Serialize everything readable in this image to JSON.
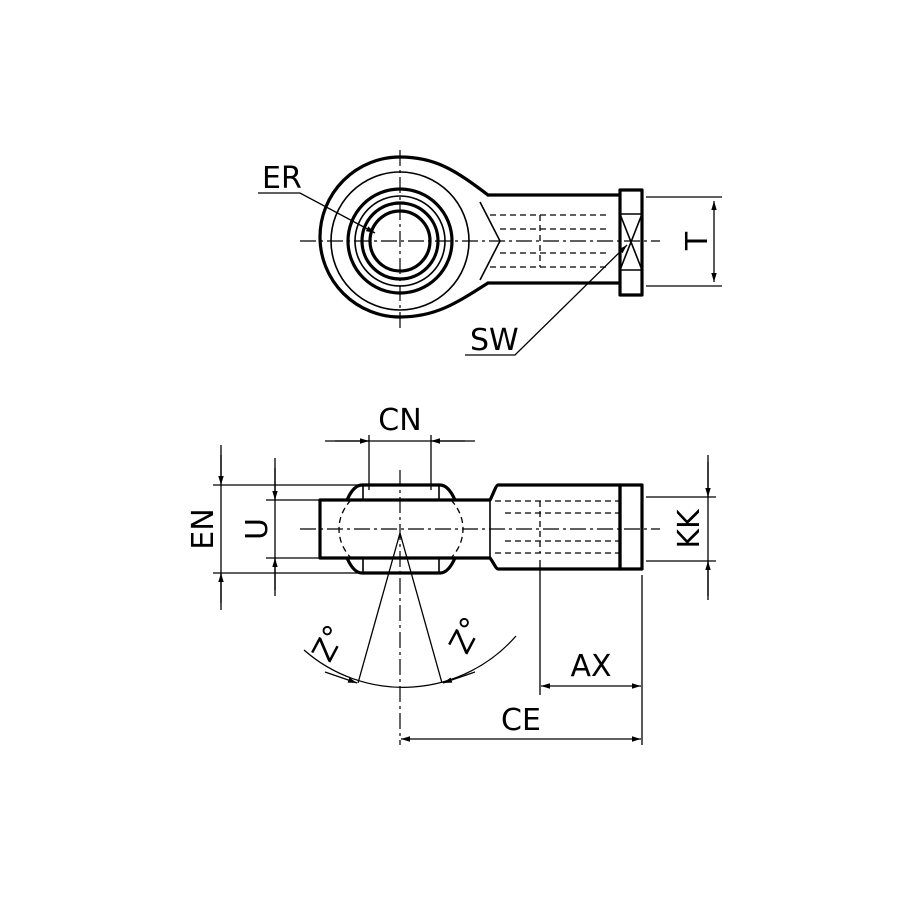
{
  "labels": {
    "er": "ER",
    "sw": "SW",
    "t": "T",
    "cn": "CN",
    "en": "EN",
    "u": "U",
    "kk": "KK",
    "z_left": "Z°",
    "z_right": "Z°",
    "ax": "AX",
    "ce": "CE"
  },
  "colors": {
    "line": "#000000",
    "background": "#ffffff"
  }
}
